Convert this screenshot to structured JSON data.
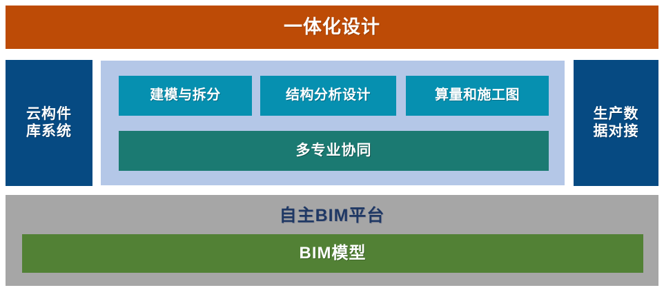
{
  "diagram": {
    "title_banner": {
      "label": "一体化设计",
      "color": "#BD4B06",
      "text_color": "#FFFFFF"
    },
    "left_pillar": {
      "label": "云构件\n库系统",
      "color": "#064A82",
      "text_color": "#FFFFFF"
    },
    "right_pillar": {
      "label": "生产数\n据对接",
      "color": "#064A82",
      "text_color": "#FFFFFF"
    },
    "center_panel": {
      "color": "#B4C7E7",
      "modules": [
        {
          "label": "建模与拆分",
          "color": "#0690B0"
        },
        {
          "label": "结构分析设计",
          "color": "#0690B0"
        },
        {
          "label": "算量和施工图",
          "color": "#0690B0"
        }
      ],
      "wide_module": {
        "label": "多专业协同",
        "color": "#1B7A72"
      }
    },
    "platform": {
      "title": "自主BIM平台",
      "color": "#A6A6A6",
      "title_color": "#1F3864",
      "model_box": {
        "label": "BIM模型",
        "color": "#528135",
        "text_color": "#FFFFFF"
      }
    }
  }
}
